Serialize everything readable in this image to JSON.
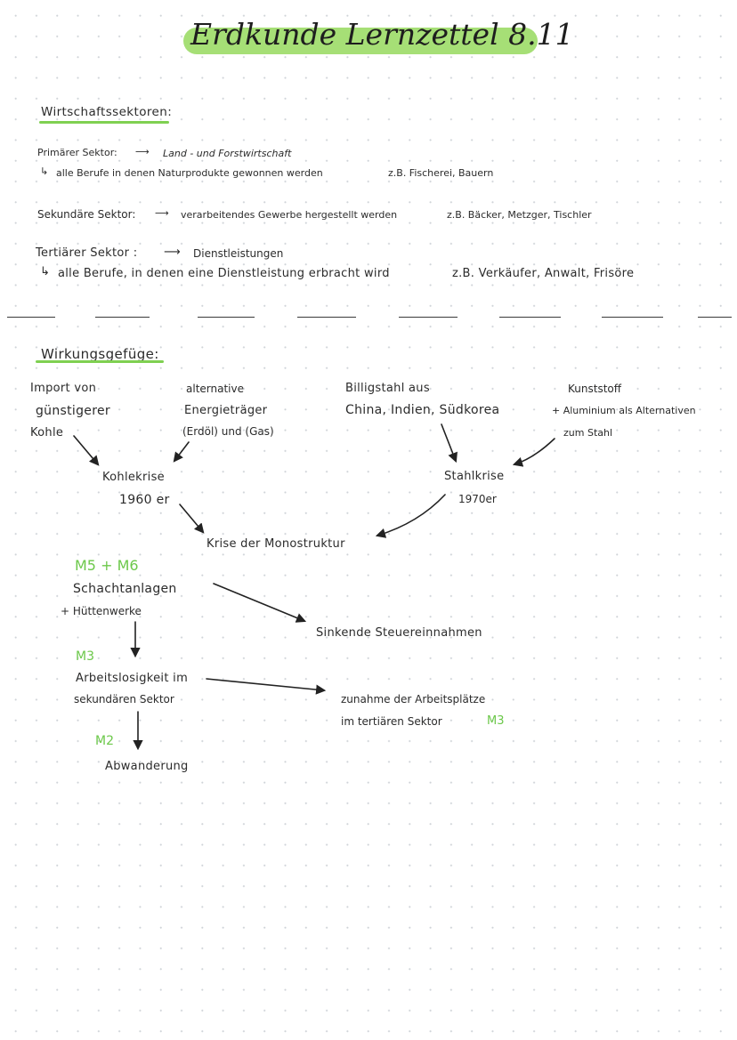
{
  "title": "Erdkunde Lernzettel 8.11",
  "colors": {
    "highlight": "#a6df76",
    "accent_green": "#6cc84a",
    "ink": "#2b2b2b"
  },
  "sectors": {
    "heading": "Wirtschaftssektoren:",
    "primary": {
      "label": "Primärer Sektor:",
      "value": "Land - und Forstwirtschaft",
      "desc": "alle Berufe in denen Naturprodukte gewonnen werden",
      "example": "z.B. Fischerei, Bauern"
    },
    "secondary": {
      "label": "Sekundäre Sektor:",
      "desc": "verarbeitendes Gewerbe hergestellt werden",
      "example": "z.B. Bäcker, Metzger, Tischler"
    },
    "tertiary": {
      "label": "Tertiärer Sektor :",
      "value": "Dienstleistungen",
      "desc": "alle Berufe, in denen eine Dienstleistung erbracht wird",
      "example": "z.B. Verkäufer, Anwalt, Frisöre"
    }
  },
  "diagram": {
    "heading": "Wirkungsgefüge:",
    "import_coal": [
      "Import von",
      "günstigerer",
      "Kohle"
    ],
    "alt_energy": [
      "alternative",
      "Energieträger",
      "(Erdöl) und (Gas)"
    ],
    "cheap_steel": [
      "Billigstahl aus",
      "China, Indien, Südkorea"
    ],
    "plastic": [
      "Kunststoff",
      "+ Aluminium als Alternativen",
      "zum Stahl"
    ],
    "coal_crisis": [
      "Kohlekrise",
      "1960 er"
    ],
    "steel_crisis": [
      "Stahlkrise",
      "1970er"
    ],
    "mono_crisis": "Krise der Monostruktur",
    "shafts": {
      "ref": "M5 + M6",
      "lines": [
        "Schachtanlagen",
        "+ Hüttenwerke"
      ]
    },
    "tax": "Sinkende Steuereinnahmen",
    "unemployment": {
      "ref": "M3",
      "lines": [
        "Arbeitslosigkeit im",
        "sekundären Sektor"
      ]
    },
    "jobs": {
      "lines": [
        "zunahme der Arbeitsplätze",
        "im tertiären Sektor"
      ],
      "ref": "M3"
    },
    "migration": {
      "ref": "M2",
      "text": "Abwanderung"
    }
  }
}
